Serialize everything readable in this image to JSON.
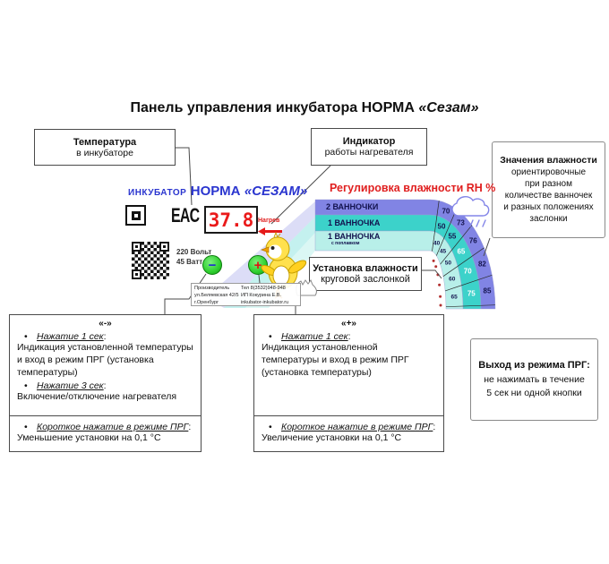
{
  "page_title": {
    "main": "Панель управления инкубатора НОРМА",
    "brand": "«Сезам»"
  },
  "callout_temperature": {
    "line1": "Температура",
    "line2": "в инкубаторе"
  },
  "callout_heater": {
    "line1": "Индикатор",
    "line2": "работы нагревателя"
  },
  "humidity_note": {
    "title": "Значения влажности",
    "lines": [
      "ориентировочные",
      "при разном",
      "количестве ванночек",
      "и разных положениях",
      "заслонки"
    ]
  },
  "humidity_set": {
    "line1": "Установка влажности",
    "line2": "круговой заслонкой"
  },
  "device": {
    "brand_prefix": "ИНКУБАТОР",
    "brand_name": "НОРМА",
    "brand_model": "«СЕЗАМ»",
    "eac": "EAC",
    "display_value": "37.8",
    "heating_label": "Нагрев",
    "power": [
      "220 Вольт",
      "45 Ватт"
    ],
    "minus_label": "−",
    "plus_label": "+",
    "manufacturer": {
      "rows": [
        [
          "Производитель",
          "Тел 8(3532)948-948"
        ],
        [
          "ул.Беляевская 42/5",
          "ИП Кокурина Е.В."
        ],
        [
          "г.Оренбург",
          "inkubator-inkubator.ru"
        ]
      ]
    }
  },
  "arc": {
    "title": "Регулировка влажности RH %",
    "bands": [
      {
        "label": "2 ВАННОЧКИ",
        "sublabel": "",
        "values": [
          70,
          73,
          76,
          82,
          85
        ],
        "color": "#8184e4"
      },
      {
        "label": "1 ВАННОЧКА",
        "sublabel": "",
        "values": [
          50,
          55,
          65,
          70,
          75
        ],
        "color": "#3cd2ca"
      },
      {
        "label": "1 ВАННОЧКА",
        "sublabel": "с поплавком",
        "values": [
          40,
          45,
          50,
          60,
          65
        ],
        "color": "#b8efe9"
      }
    ]
  },
  "instructions_minus": {
    "title": "«-»",
    "item1_head": "Нажатие 1 сек",
    "item1_body": "Индикация установленной температуры и вход в режим ПРГ (установка температуры)",
    "item2_head": "Нажатие 3 сек",
    "item2_body": "Включение/отключение нагревателя",
    "footer_head": "Короткое нажатие в режиме ПРГ",
    "footer_body": "Уменьшение установки на 0,1 °С"
  },
  "instructions_plus": {
    "title": "«+»",
    "item1_head": "Нажатие 1 сек",
    "item1_body": "Индикация установленной температуры и вход в режим ПРГ (установка температуры)",
    "footer_head": "Короткое нажатие в режиме ПРГ",
    "footer_body": "Увеличение установки на 0,1 °С"
  },
  "exit_note": {
    "title": "Выход из режима ПРГ:",
    "lines": [
      "не нажимать в течение",
      "5 сек ни одной кнопки"
    ]
  },
  "theme": {
    "brand_blue": "#2a35cf",
    "alert_red": "#e01f1f",
    "display_red": "#ea1a1a",
    "button_green": "#2fd02f"
  }
}
